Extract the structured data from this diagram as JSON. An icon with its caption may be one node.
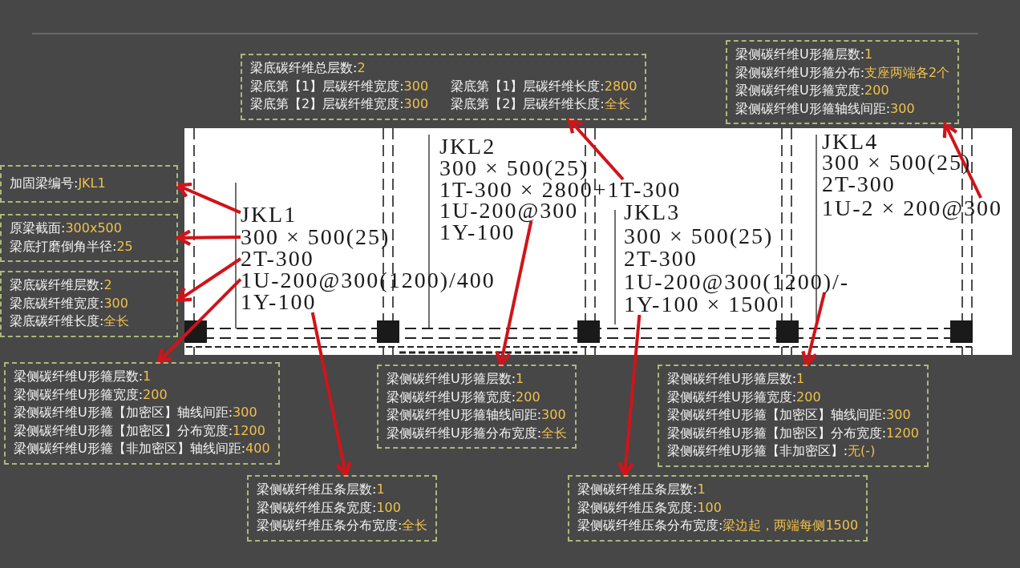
{
  "diagram": {
    "nodes": [
      {
        "text": [
          "梁底碳纤维总层数:2",
          "梁底第【1】层碳纤维宽度:300",
          "梁底第【1】层碳纤维长度:2800",
          "梁底第【2】层碳纤维宽度:300",
          "梁底第【2】层碳纤维长度:全长"
        ]
      },
      {
        "text": [
          "梁侧碳纤维U形箍层数:1",
          "梁侧碳纤维U形箍分布:支座两端各2个",
          "梁侧碳纤维U形箍宽度:200",
          "梁侧碳纤维U形箍轴线间距:300"
        ]
      },
      {
        "text": [
          "加固梁编号:JKL1"
        ]
      },
      {
        "text": [
          "原梁截面:300x500",
          "梁底打磨倒角半径:25"
        ]
      },
      {
        "text": [
          "梁底碳纤维层数:2",
          "梁底碳纤维宽度:300",
          "梁底碳纤维长度:全长"
        ]
      },
      {
        "text": [
          "JKL1"
        ]
      },
      {
        "text": [
          "300 × 500(25)"
        ]
      },
      {
        "text": [
          "2T-300"
        ]
      },
      {
        "text": [
          "1U-200@300(1200)/400"
        ]
      },
      {
        "text": [
          "1Y-100"
        ]
      },
      {
        "text": [
          "1T-300 × 2800+1T-300"
        ]
      },
      {
        "text": [
          "1U-200@300"
        ]
      },
      {
        "text": [
          "1U-200@300(1200)/-"
        ]
      },
      {
        "text": [
          "1Y-100 × 1500"
        ]
      },
      {
        "text": [
          "1U-2 × 200@300"
        ]
      },
      {
        "text": [
          "梁侧碳纤维U形箍层数:1",
          "梁侧碳纤维U形箍宽度:200",
          "梁侧碳纤维U形箍【加密区】轴线间距:300",
          "梁侧碳纤维U形箍【加密区】分布宽度:1200",
          "梁侧碳纤维U形箍【非加密区】轴线间距:400"
        ]
      },
      {
        "text": [
          "梁侧碳纤维U形箍层数:1",
          "梁侧碳纤维U形箍宽度:200",
          "梁侧碳纤维U形箍轴线间距:300",
          "梁侧碳纤维U形箍分布宽度:全长"
        ]
      },
      {
        "text": [
          "梁侧碳纤维U形箍层数:1",
          "梁侧碳纤维U形箍宽度:200",
          "梁侧碳纤维U形箍【加密区】轴线间距:300",
          "梁侧碳纤维U形箍【加密区】分布宽度:1200",
          "梁侧碳纤维U形箍【非加密区】:无(-)"
        ]
      },
      {
        "text": [
          "梁侧碳纤维压条层数:1",
          "梁侧碳纤维压条宽度:100",
          "梁侧碳纤维压条分布宽度:全长"
        ]
      },
      {
        "text": [
          "梁侧碳纤维压条层数:1",
          "梁侧碳纤维压条宽度:100",
          "梁侧碳纤维压条分布宽度:梁边起，两端每侧1500"
        ]
      }
    ],
    "edges": [
      {
        "from": 5,
        "to": 2,
        "arrow": "to"
      },
      {
        "from": 6,
        "to": 3,
        "arrow": "to"
      },
      {
        "from": 7,
        "to": 4,
        "arrow": "to"
      },
      {
        "from": 8,
        "to": 15,
        "arrow": "to"
      },
      {
        "from": 9,
        "to": 18,
        "arrow": "to"
      },
      {
        "from": 10,
        "to": 0,
        "arrow": "to"
      },
      {
        "from": 11,
        "to": 16,
        "arrow": "to"
      },
      {
        "from": 13,
        "to": 19,
        "arrow": "to"
      },
      {
        "from": 12,
        "to": 17,
        "arrow": "to"
      },
      {
        "from": 14,
        "to": 1,
        "arrow": "to"
      }
    ],
    "labels": [
      "JKL2",
      "300 × 500(25)",
      "1Y-100",
      "JKL4",
      "300 × 500(25)",
      "2T-300",
      "JKL3",
      "300 × 500(25)",
      "2T-300"
    ]
  }
}
